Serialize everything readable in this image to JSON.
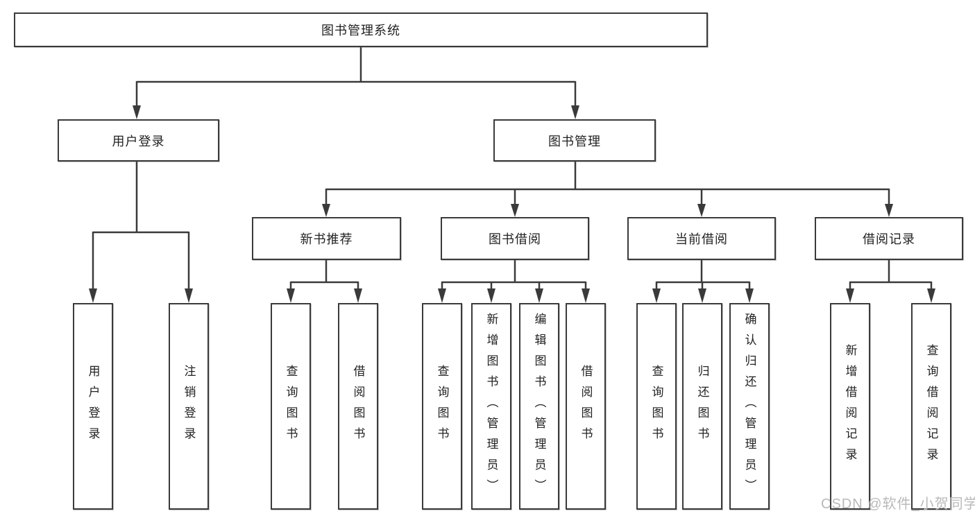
{
  "tree": {
    "label": "图书管理系统",
    "children": [
      {
        "label": "用户登录",
        "children": [
          {
            "label": "用户登录"
          },
          {
            "label": "注销登录"
          }
        ]
      },
      {
        "label": "图书管理",
        "children": [
          {
            "label": "新书推荐",
            "children": [
              {
                "label": "查询图书"
              },
              {
                "label": "借阅图书"
              }
            ]
          },
          {
            "label": "图书借阅",
            "children": [
              {
                "label": "查询图书"
              },
              {
                "label": "新增图书（管理员）"
              },
              {
                "label": "编辑图书（管理员）"
              },
              {
                "label": "借阅图书"
              }
            ]
          },
          {
            "label": "当前借阅",
            "children": [
              {
                "label": "查询图书"
              },
              {
                "label": "归还图书"
              },
              {
                "label": "确认归还（管理员）"
              }
            ]
          },
          {
            "label": "借阅记录",
            "children": [
              {
                "label": "新增借阅记录"
              },
              {
                "label": "查询借阅记录"
              }
            ]
          }
        ]
      }
    ]
  },
  "watermark": {
    "text": "CSDN @软件_小贺同学"
  },
  "colors": {
    "line": "#3a3a3a",
    "border": "#3a3a3a",
    "text": "#222222",
    "watermark": "#b9b9b9",
    "background": "#ffffff"
  }
}
